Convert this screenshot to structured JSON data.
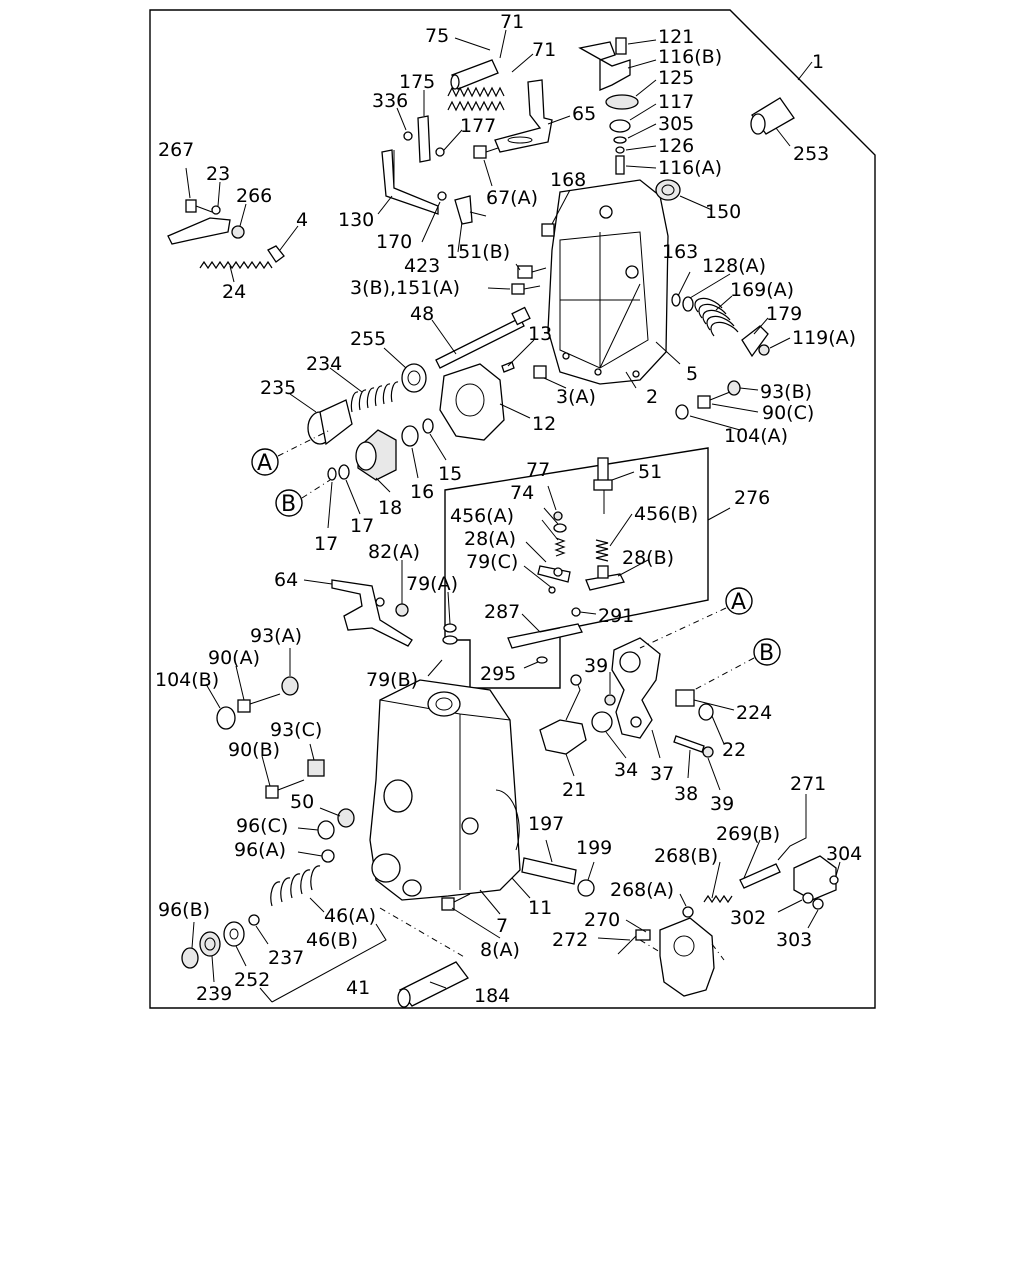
{
  "diagram": {
    "assembly_number": "1",
    "callouts": {
      "c75": "75",
      "c71a": "71",
      "c71b": "71",
      "c121": "121",
      "c116b": "116(B)",
      "c125": "125",
      "c117": "117",
      "c305": "305",
      "c126": "126",
      "c116a": "116(A)",
      "c175": "175",
      "c336": "336",
      "c177": "177",
      "c65": "65",
      "c253": "253",
      "c267": "267",
      "c23": "23",
      "c266": "266",
      "c4": "4",
      "c130": "130",
      "c67a": "67(A)",
      "c168": "168",
      "c150": "150",
      "c170": "170",
      "c423": "423",
      "c151b": "151(B)",
      "c3b151a": "3(B),151(A)",
      "c24": "24",
      "c163": "163",
      "c128a": "128(A)",
      "c169a": "169(A)",
      "c179": "179",
      "c119a": "119(A)",
      "c48": "48",
      "c13": "13",
      "c255": "255",
      "c234": "234",
      "c235": "235",
      "c3a": "3(A)",
      "c2": "2",
      "c5": "5",
      "c93b": "93(B)",
      "c90c": "90(C)",
      "c104a": "104(A)",
      "c12": "12",
      "c15": "15",
      "c16": "16",
      "c18": "18",
      "c17a": "17",
      "c17b": "17",
      "c77": "77",
      "c51": "51",
      "c276": "276",
      "c74": "74",
      "c456a": "456(A)",
      "c456b": "456(B)",
      "c28a": "28(A)",
      "c28b": "28(B)",
      "c79c": "79(C)",
      "c64": "64",
      "c82a": "82(A)",
      "c79a": "79(A)",
      "c287": "287",
      "c291": "291",
      "c295": "295",
      "c93a": "93(A)",
      "c90a": "90(A)",
      "c104b": "104(B)",
      "c79b": "79(B)",
      "c39a": "39",
      "c224": "224",
      "c22": "22",
      "c93c": "93(C)",
      "c90b": "90(B)",
      "c34": "34",
      "c37": "37",
      "c38": "38",
      "c39b": "39",
      "c21": "21",
      "c50": "50",
      "c96c": "96(C)",
      "c96a": "96(A)",
      "c197": "197",
      "c199": "199",
      "c271": "271",
      "c269b": "269(B)",
      "c268b": "268(B)",
      "c304": "304",
      "c11": "11",
      "c7": "7",
      "c8a": "8(A)",
      "c268a": "268(A)",
      "c270": "270",
      "c272": "272",
      "c302": "302",
      "c303": "303",
      "c96b": "96(B)",
      "c46a": "46(A)",
      "c46b": "46(B)",
      "c237": "237",
      "c252": "252",
      "c239": "239",
      "c41": "41",
      "c184": "184"
    },
    "reference_markers": {
      "a1": "A",
      "b1": "B",
      "a2": "A",
      "b2": "B"
    }
  }
}
